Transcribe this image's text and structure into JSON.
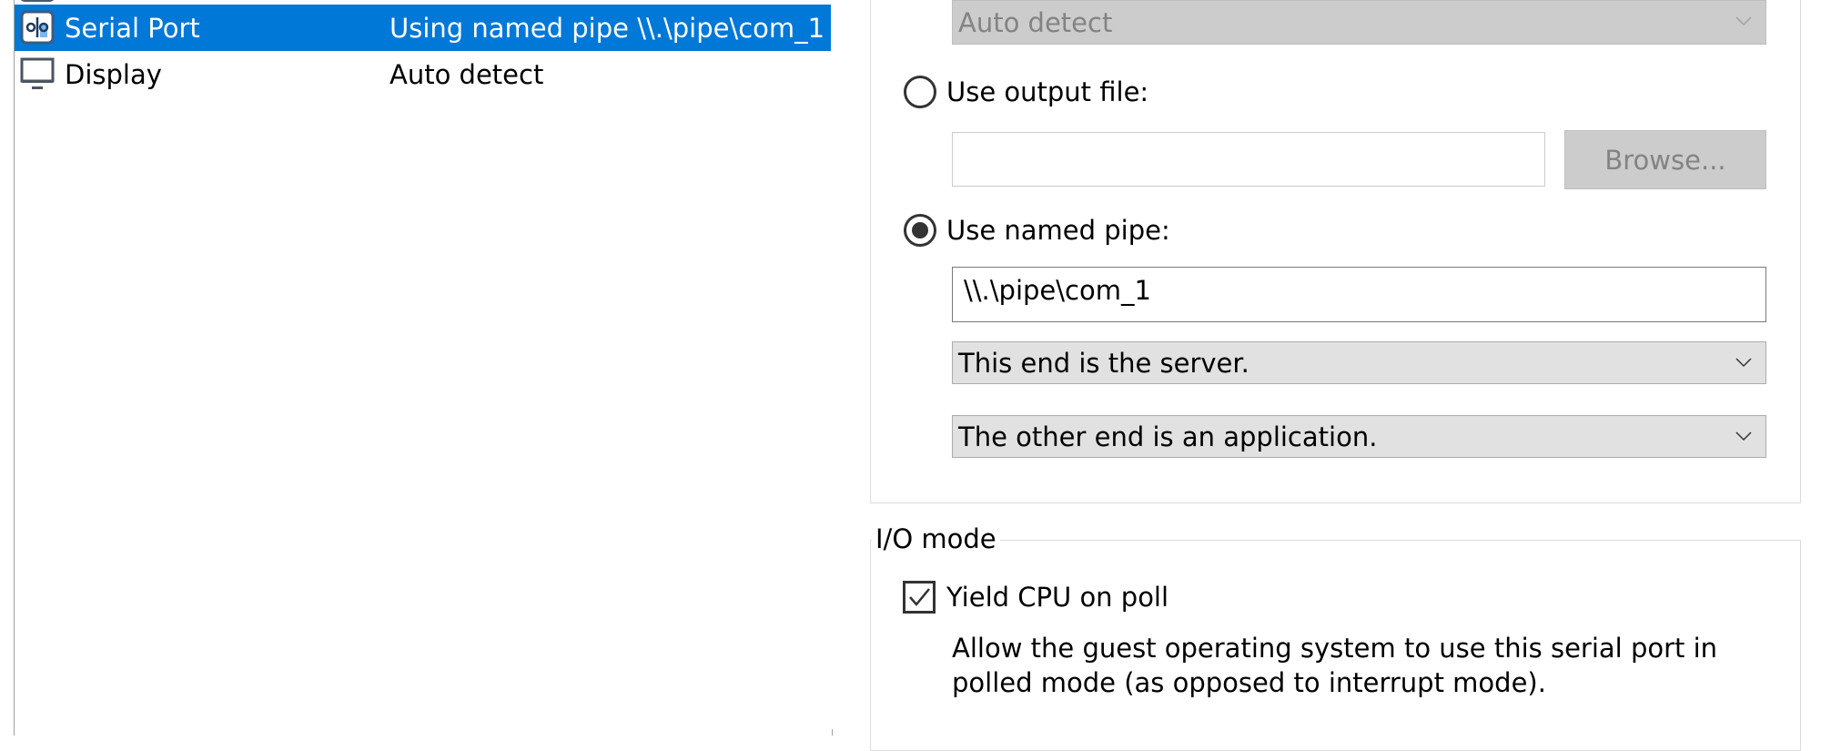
{
  "device_list": {
    "rows": [
      {
        "name": "Serial Port",
        "summary": "Using named pipe \\\\.\\pipe\\com_1",
        "icon": "serial-port-icon",
        "selected": true
      },
      {
        "name": "Display",
        "summary": "Auto detect",
        "icon": "monitor-icon",
        "selected": false
      }
    ],
    "selection_color": "#0078d7"
  },
  "connection": {
    "physical_port_select": "Auto detect",
    "output_file_radio": "Use output file:",
    "output_file_value": "",
    "browse_button": "Browse...",
    "named_pipe_radio": "Use named pipe:",
    "named_pipe_value": "\\\\.\\pipe\\com_1",
    "pipe_end_select": "This end is the server.",
    "other_end_select": "The other end is an application.",
    "selected_option": "named_pipe"
  },
  "io_mode": {
    "title": "I/O mode",
    "yield_cpu_label": "Yield CPU on poll",
    "yield_cpu_checked": true,
    "description_line1": "Allow the guest operating system to use this serial port in",
    "description_line2": "polled mode (as opposed to interrupt mode)."
  }
}
